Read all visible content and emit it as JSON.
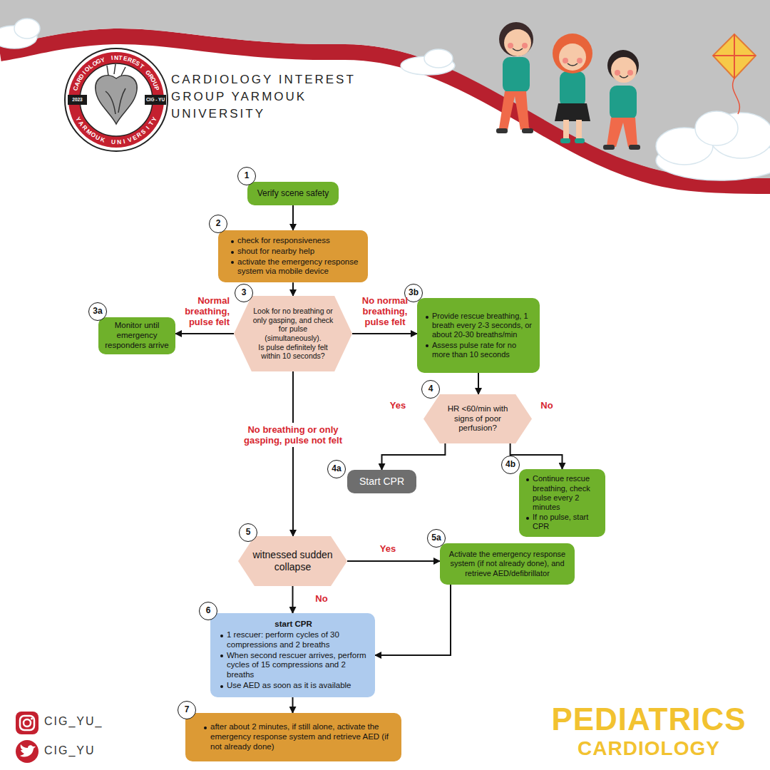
{
  "diagram": {
    "title": "CARDIOLOGY INTEREST GROUP YARMOUK UNIVERSITY",
    "nodes": [
      {
        "text": [
          "Verify scene safety"
        ]
      },
      {
        "text": [
          "check for responsiveness",
          "shout for nearby help",
          "activate the emergency response system via mobile device"
        ]
      },
      {
        "text": [
          "Look for no breathing or only gasping, and check for pulse (simultaneously).",
          "Is pulse definitely felt within 10 seconds?"
        ]
      },
      {
        "text": [
          "Monitor until emergency responders arrive"
        ]
      },
      {
        "text": [
          "Provide rescue breathing, 1 breath every 2-3 seconds, or about 20-30 breaths/min",
          "Assess pulse rate for no more than 10 seconds"
        ]
      },
      {
        "text": [
          "HR <60/min with signs of poor perfusion?"
        ]
      },
      {
        "text": [
          "Start CPR"
        ]
      },
      {
        "text": [
          "Continue rescue breathing, check pulse every 2 minutes",
          "If no pulse, start CPR"
        ]
      },
      {
        "text": [
          "witnessed sudden collapse"
        ]
      },
      {
        "text": [
          "Activate the emergency response system (if not already done), and retrieve AED/defibrillator"
        ]
      },
      {
        "text": [
          "start CPR",
          "1 rescuer: perform cycles of 30 compressions and 2 breaths",
          "When second rescuer arrives, perform cycles of 15 compressions and 2 breaths",
          "Use AED as soon as it is available"
        ]
      },
      {
        "text": [
          "after about 2 minutes, if still alone, activate the emergency response system and retrieve AED (if not already done)"
        ]
      }
    ],
    "edges": [
      {
        "from": 0,
        "to": 1,
        "arrow": "to"
      },
      {
        "from": 1,
        "to": 2,
        "arrow": "to"
      },
      {
        "from": 2,
        "to": 3,
        "label": "Normal breathing, pulse felt",
        "arrow": "to"
      },
      {
        "from": 2,
        "to": 4,
        "label": "No normal breathing, pulse felt",
        "arrow": "to"
      },
      {
        "from": 4,
        "to": 5,
        "arrow": "to"
      },
      {
        "from": 5,
        "to": 6,
        "label": "Yes",
        "arrow": "to"
      },
      {
        "from": 5,
        "to": 7,
        "label": "No",
        "arrow": "to"
      },
      {
        "from": 2,
        "to": 8,
        "label": "No breathing or only gasping, pulse not felt",
        "arrow": "to"
      },
      {
        "from": 8,
        "to": 9,
        "label": "Yes",
        "arrow": "to"
      },
      {
        "from": 8,
        "to": 10,
        "label": "No",
        "arrow": "to"
      },
      {
        "from": 9,
        "to": 10,
        "arrow": "to"
      },
      {
        "from": 10,
        "to": 11,
        "arrow": "to"
      }
    ],
    "labels": [
      "CARDIOLOGY INTEREST GROUP",
      "2023",
      "CIG - YU",
      "YARMOUK UNIVERSITY",
      "1",
      "2",
      "3",
      "3a",
      "3b",
      "4",
      "4a",
      "4b",
      "5",
      "5a",
      "6",
      "7",
      "CIG_YU_",
      "CIG_YU",
      "PEDIATRICS",
      "CARDIOLOGY"
    ]
  }
}
